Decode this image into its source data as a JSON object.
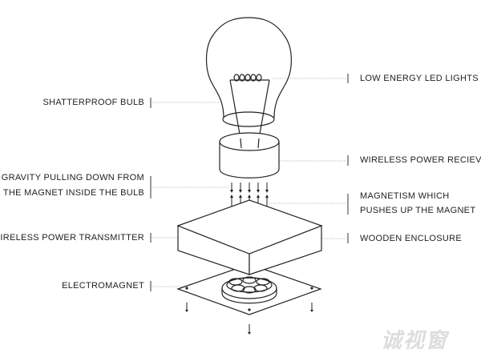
{
  "labels": {
    "shatterproof_bulb": "SHATTERPROOF BULB",
    "low_energy_led": "LOW ENERGY LED LIGHTS",
    "wireless_receiver": "WIRELESS POWER RECIEVER",
    "gravity_line1": "GRAVITY PULLING DOWN FROM",
    "gravity_line2": "THE MAGNET INSIDE THE BULB",
    "magnetism_line1": "MAGNETISM WHICH",
    "magnetism_line2": "PUSHES UP THE MAGNET",
    "wireless_transmitter": "WIRELESS POWER TRANSMITTER",
    "wooden_enclosure": "WOODEN ENCLOSURE",
    "electromagnet": "ELECTROMAGNET"
  },
  "watermark": "诚视窗",
  "colors": {
    "line": "#222222",
    "leader": "#cccccc"
  }
}
